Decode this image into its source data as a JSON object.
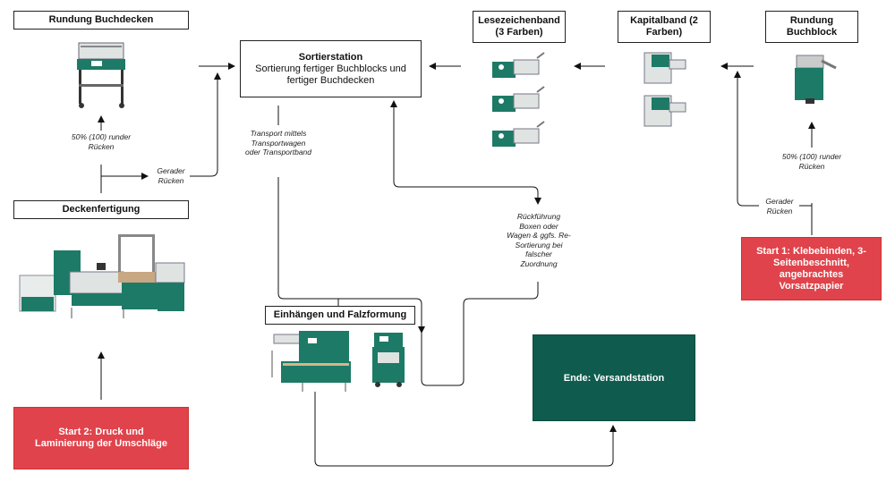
{
  "nodes": {
    "rundung_buchdecken": "Rundung Buchdecken",
    "deckenfertigung": "Deckenfertigung",
    "sortierstation_title": "Sortierstation",
    "sortierstation_text": "Sortierung fertiger Buchblocks und fertiger Buchdecken",
    "lesezeichenband": "Lesezeichenband (3 Farben)",
    "kapitalband": "Kapitalband (2 Farben)",
    "rundung_buchblock": "Rundung Buchblock",
    "start1": "Start 1: Klebebinden, 3-Seitenbeschnitt, angebrachtes Vorsatzpapier",
    "start2": "Start 2: Druck und Laminierung der Umschläge",
    "einhaengen": "Einhängen und Falzformung",
    "ende": "Ende: Versandstation"
  },
  "labels": {
    "runder_left": "50% (100) runder Rücken",
    "gerader_left": "Gerader Rücken",
    "transport": "Transport mittels Transportwagen oder Transportband",
    "rueckfuehrung": "Rückführung Boxen oder Wagen & ggfs. Re-Sortierung bei falscher Zuordnung",
    "runder_right": "50% (100) runder Rücken",
    "gerader_right": "Gerader Rücken"
  },
  "colors": {
    "start": "#e0434b",
    "end": "#0f5c4e",
    "machine": "#1d7a66"
  }
}
